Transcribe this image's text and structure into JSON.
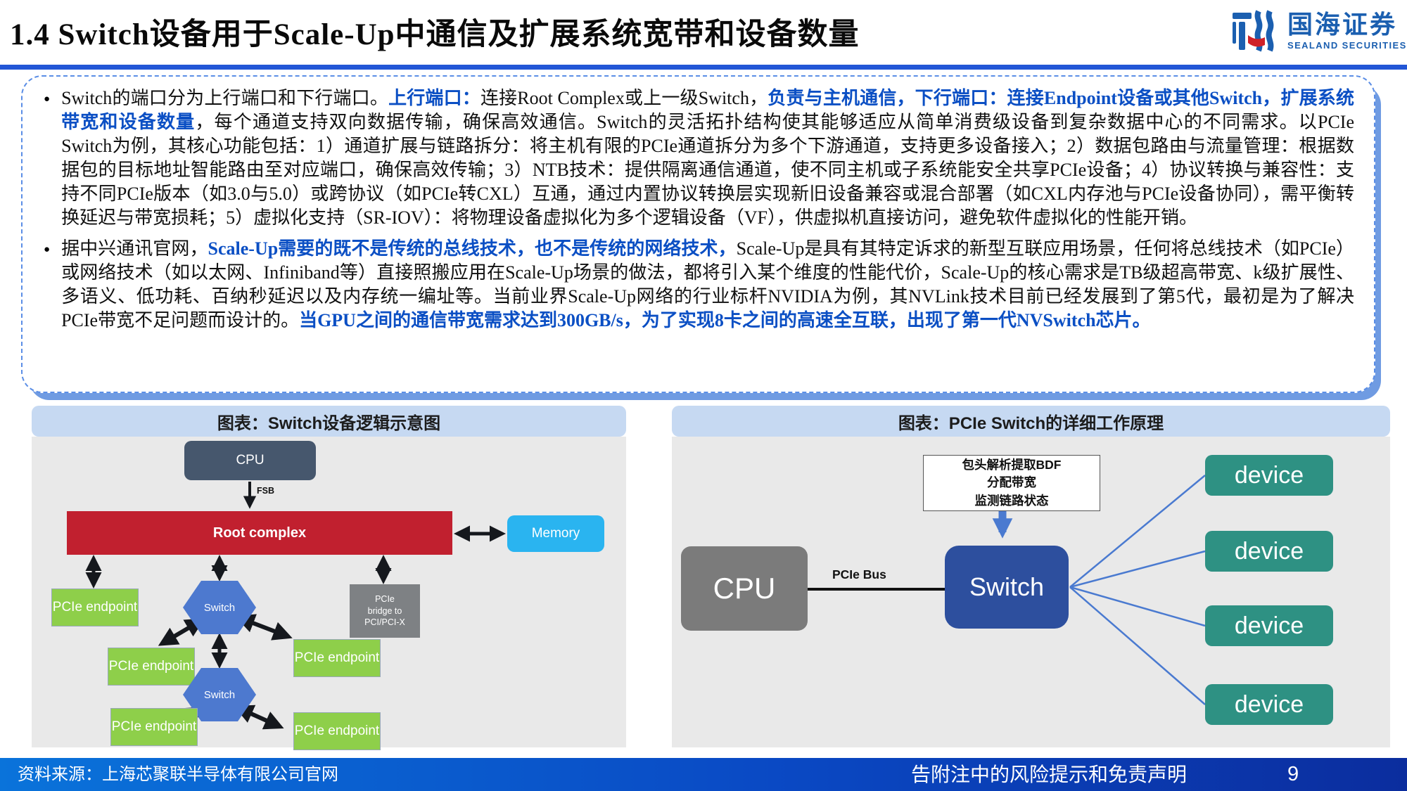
{
  "header": {
    "title": "1.4 Switch设备用于Scale-Up中通信及扩展系统宽带和设备数量",
    "logo_cn": "国海证券",
    "logo_en": "SEALAND SECURITIES"
  },
  "content": {
    "bullets": [
      {
        "segments": [
          {
            "style": "normal",
            "text": "Switch的端口分为上行端口和下行端口。"
          },
          {
            "style": "em",
            "text": "上行端口："
          },
          {
            "style": "normal",
            "text": "连接Root Complex或上一级Switch，"
          },
          {
            "style": "em",
            "text": "负责与主机通信，下行端口：连接Endpoint设备或其他Switch，扩展系统带宽和设备数量"
          },
          {
            "style": "normal",
            "text": "，每个通道支持双向数据传输，确保高效通信。Switch的灵活拓扑结构使其能够适应从简单消费级设备到复杂数据中心的不同需求。以PCIe Switch为例，其核心功能包括：1）通道扩展与链路拆分：将主机有限的PCIe通道拆分为多个下游通道，支持更多设备接入；2）数据包路由与流量管理：根据数据包的目标地址智能路由至对应端口，确保高效传输；3）NTB技术：提供隔离通信通道，使不同主机或子系统能安全共享PCIe设备；4）协议转换与兼容性：支持不同PCIe版本（如3.0与5.0）或跨协议（如PCIe转CXL）互通，通过内置协议转换层实现新旧设备兼容或混合部署（如CXL内存池与PCIe设备协同），需平衡转换延迟与带宽损耗；5）虚拟化支持（SR-IOV）：将物理设备虚拟化为多个逻辑设备（VF），供虚拟机直接访问，避免软件虚拟化的性能开销。"
          }
        ]
      },
      {
        "segments": [
          {
            "style": "normal",
            "text": "据中兴通讯官网，"
          },
          {
            "style": "em",
            "text": "Scale-Up需要的既不是传统的总线技术，也不是传统的网络技术，"
          },
          {
            "style": "normal",
            "text": "Scale-Up是具有其特定诉求的新型互联应用场景，任何将总线技术（如PCIe）或网络技术（如以太网、Infiniband等）直接照搬应用在Scale-Up场景的做法，都将引入某个维度的性能代价，Scale-Up的核心需求是TB级超高带宽、k级扩展性、多语义、低功耗、百纳秒延迟以及内存统一编址等。当前业界Scale-Up网络的行业标杆NVIDIA为例，其NVLink技术目前已经发展到了第5代，最初是为了解决PCIe带宽不足问题而设计的。"
          },
          {
            "style": "em",
            "text": "当GPU之间的通信带宽需求达到300GB/s，为了实现8卡之间的高速全互联，出现了第一代NVSwitch芯片。"
          }
        ]
      }
    ]
  },
  "left_panel": {
    "title": "图表：Switch设备逻辑示意图",
    "cpu": "CPU",
    "fsb": "FSB",
    "root": "Root complex",
    "memory": "Memory",
    "switch1": "Switch",
    "switch2": "Switch",
    "bridge_lines": [
      "PCIe",
      "bridge to",
      "PCI/PCI-X"
    ],
    "endpoints": [
      "PCIe endpoint",
      "PCIe endpoint",
      "PCIe endpoint",
      "PCIe endpoint",
      "PCIe endpoint"
    ]
  },
  "right_panel": {
    "title": "图表：PCIe Switch的详细工作原理",
    "annotation": [
      "包头解析提取BDF",
      "分配带宽",
      "监测链路状态"
    ],
    "cpu": "CPU",
    "bus": "PCIe Bus",
    "switch": "Switch",
    "devices": [
      "device",
      "device",
      "device",
      "device"
    ]
  },
  "footer": {
    "source": "资料来源：上海芯聚联半导体有限公司官网",
    "disclaimer": "告附注中的风险提示和免责声明",
    "page": "9"
  },
  "colors": {
    "accent_blue": "#2256d6",
    "emphasis_text_blue": "#0b4fc4",
    "panel_header_blue": "#c6d9f2",
    "panel_body_gray": "#e9e9e9",
    "root_complex_red": "#c1202f",
    "endpoint_green": "#8ecf4a",
    "switch_hex_blue": "#4d79cf",
    "memory_blue": "#2ab4f0",
    "cpu_slate": "#46576d",
    "bridge_gray": "#7e8184",
    "right_switch_blue": "#2d4f9e",
    "device_teal": "#2e9183",
    "connector_blue": "#4a7ad0",
    "footer_gradient_left": "#0a73da",
    "footer_gradient_right": "#0b2d9e",
    "logo_blue": "#1b5fb0"
  }
}
